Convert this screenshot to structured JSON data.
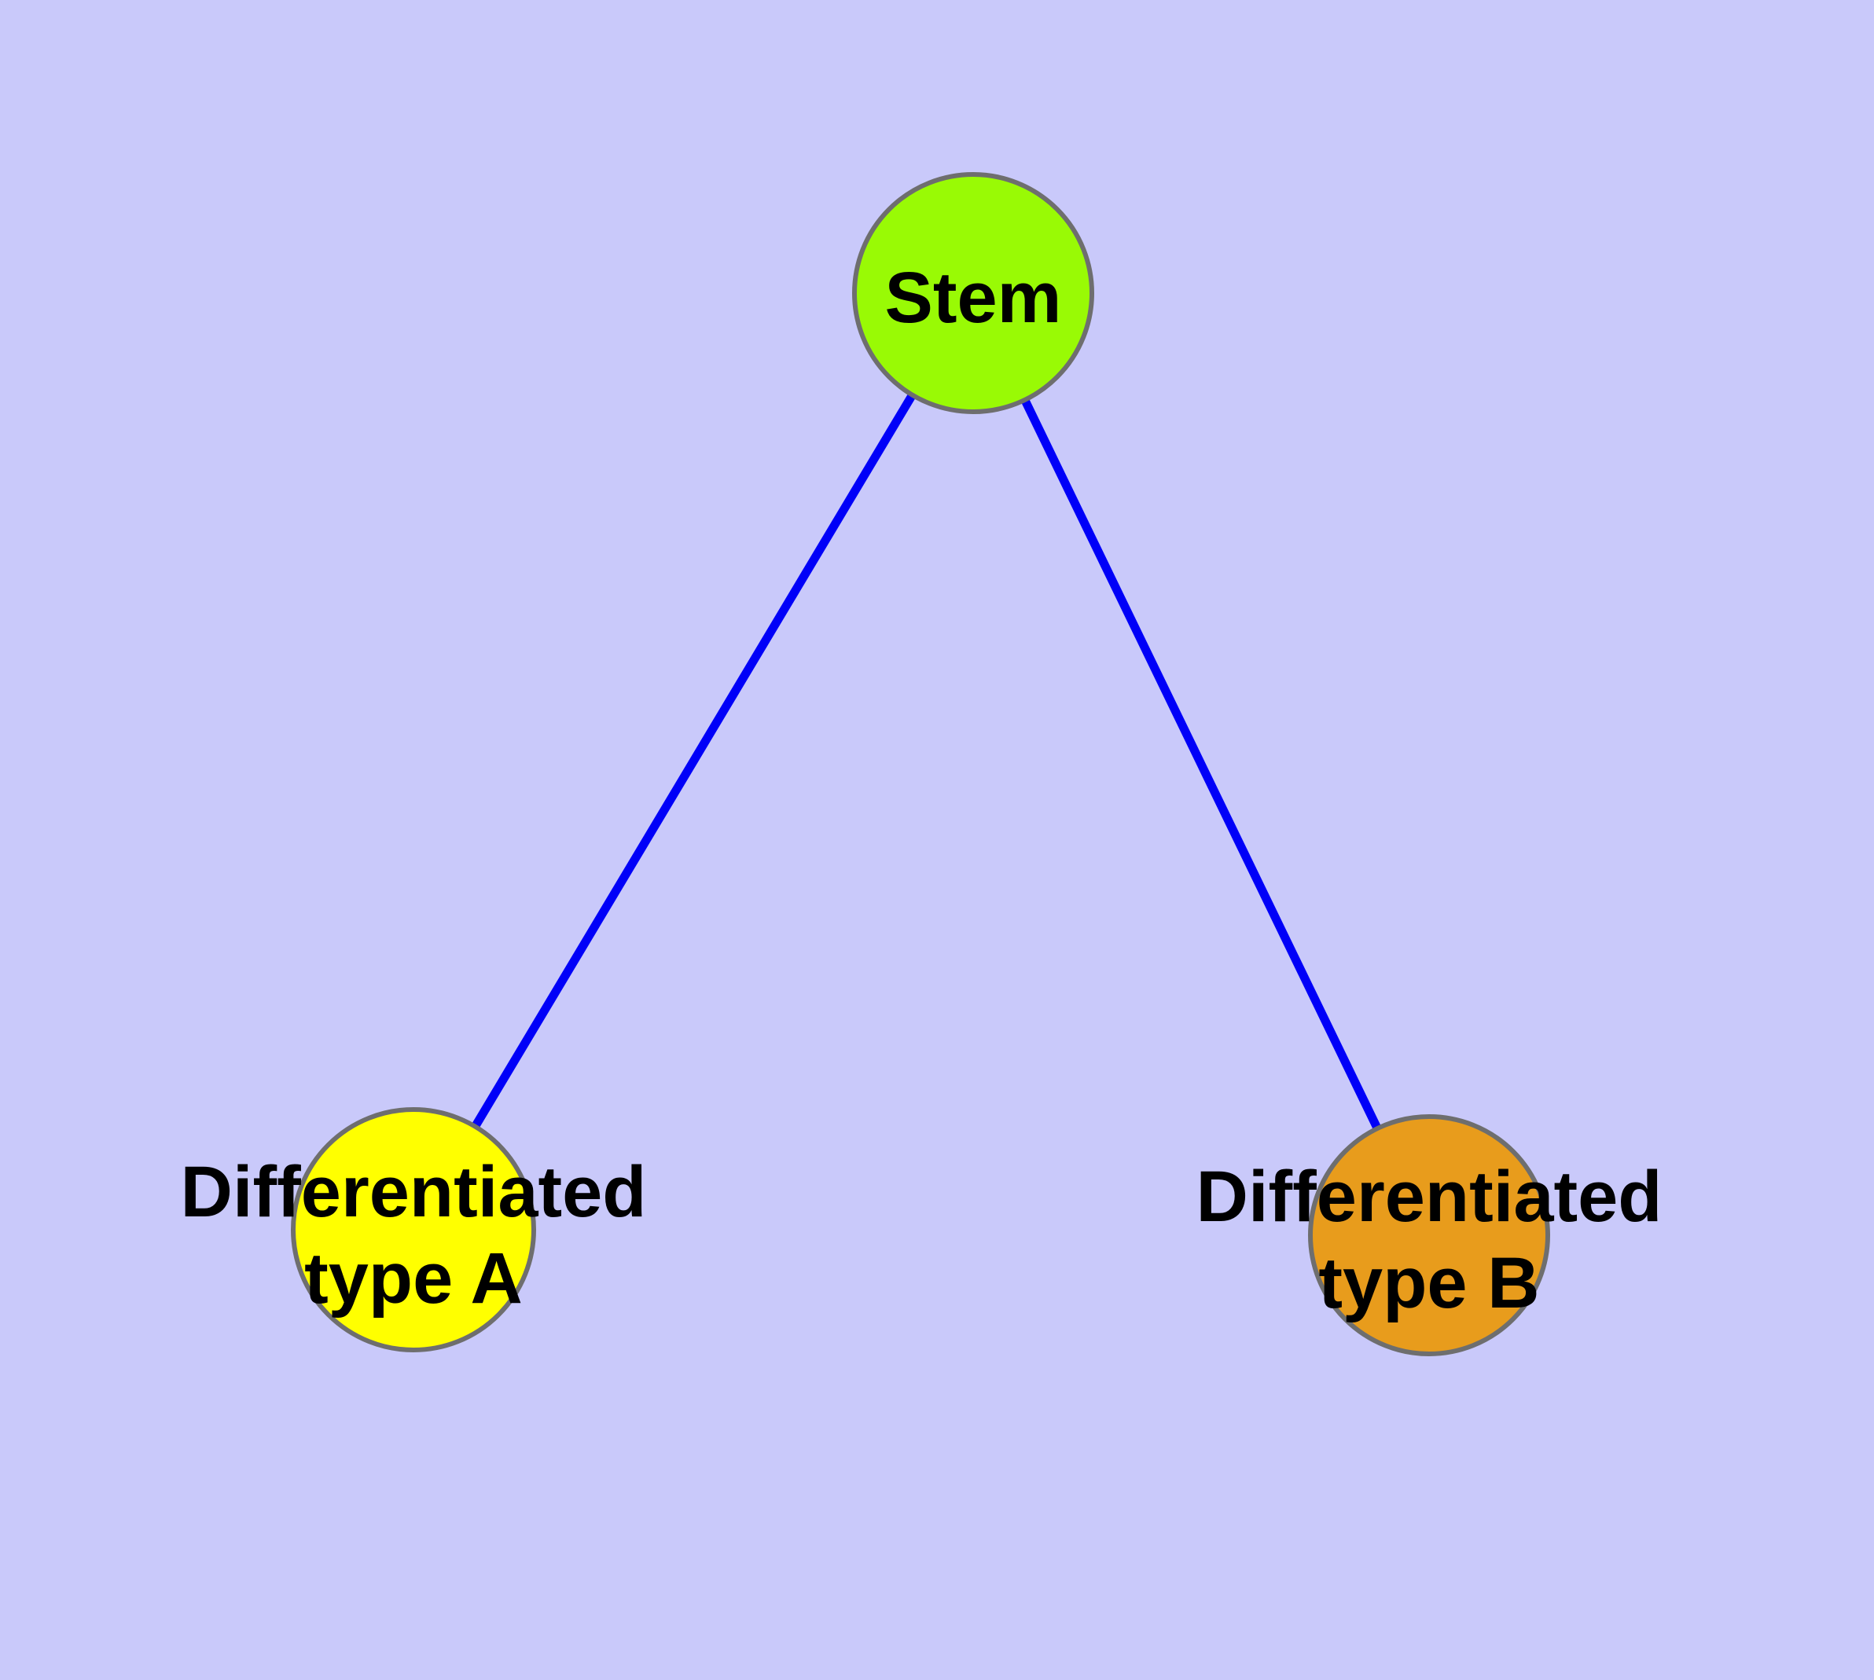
{
  "diagram": {
    "background_color": "#C9C9FA",
    "edge_color": "#0000F8",
    "node_border_color": "#6E6E6E",
    "text_color": "#000000",
    "nodes": [
      {
        "id": "stem",
        "label": "Stem",
        "fill_color": "#99FA05"
      },
      {
        "id": "differentiated-type-a",
        "label": "Differentiated type A",
        "label_line1": "Differentiated",
        "label_line2": "type A",
        "fill_color": "#FFFF00"
      },
      {
        "id": "differentiated-type-b",
        "label": "Differentiated type B",
        "label_line1": "Differentiated",
        "label_line2": "type B",
        "fill_color": "#E89C1C"
      }
    ],
    "edges": [
      {
        "from": "Stem",
        "to": "Differentiated type A"
      },
      {
        "from": "Stem",
        "to": "Differentiated type B"
      }
    ]
  }
}
